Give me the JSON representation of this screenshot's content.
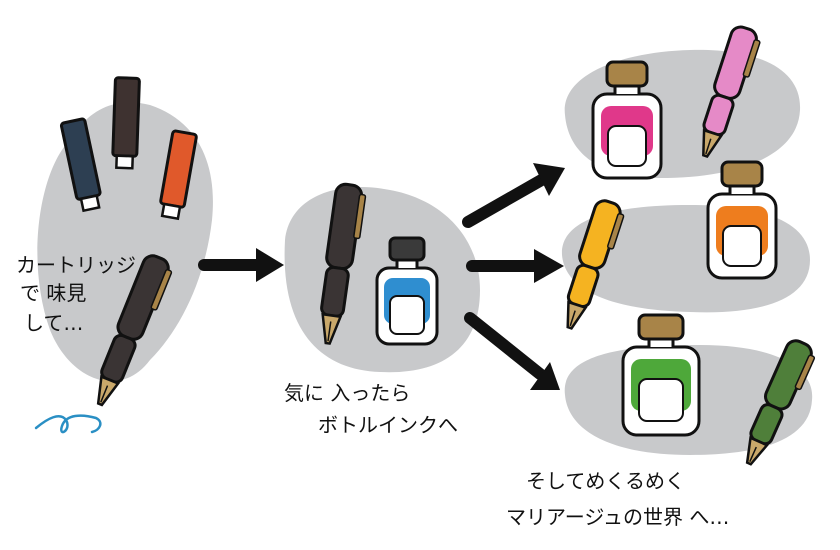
{
  "labels": {
    "stage1_line1": "カートリッジ",
    "stage1_line2": "で 味見",
    "stage1_line3": "して…",
    "stage2_line1": "気に 入ったら",
    "stage2_line2": "ボトルインクへ",
    "stage3_line1": "そしてめくるめく",
    "stage3_line2": "マリアージュの世界 へ…"
  },
  "colors": {
    "blob": "#c8c9cb",
    "cartridge_navy": "#2d3f52",
    "cartridge_brown": "#3e3230",
    "cartridge_orange": "#e0592b",
    "pen_dark": "#3a3434",
    "ink_blue": "#2f8ed0",
    "ink_pink": "#e0388a",
    "ink_orange": "#ee7d1e",
    "ink_green": "#4ea83a",
    "pen_pink": "#e58ac7",
    "pen_yellow": "#f5b321",
    "pen_green": "#4f7f3a",
    "cap_gold": "#a88448",
    "nib_gold": "#c9a86a",
    "scribble_blue": "#2a8fc4"
  }
}
